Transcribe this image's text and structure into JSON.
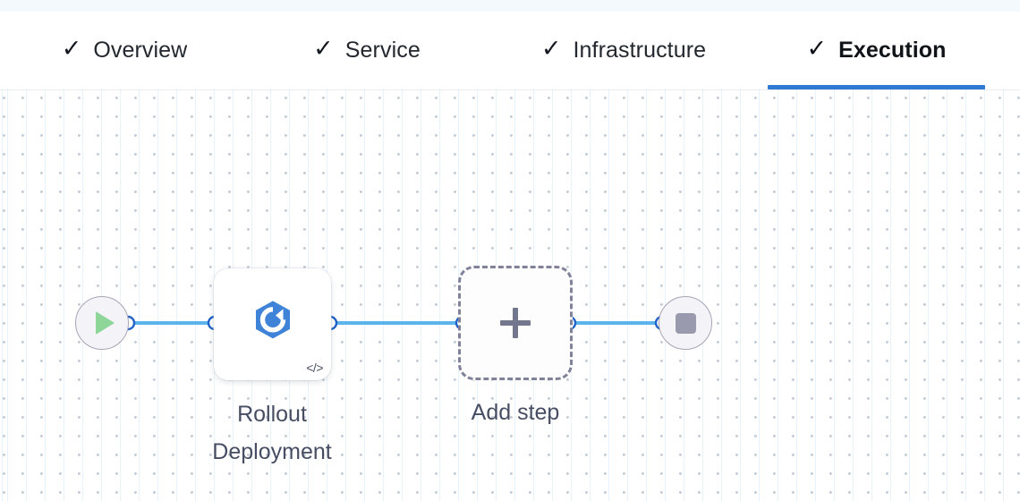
{
  "tabs": [
    {
      "id": "overview",
      "label": "Overview",
      "icon": "check-icon",
      "checked": true,
      "active": false
    },
    {
      "id": "service",
      "label": "Service",
      "icon": "check-icon",
      "checked": true,
      "active": false
    },
    {
      "id": "infrastructure",
      "label": "Infrastructure",
      "icon": "check-icon",
      "checked": true,
      "active": false
    },
    {
      "id": "execution",
      "label": "Execution",
      "icon": "check-icon",
      "checked": true,
      "active": true
    }
  ],
  "check_glyph": "✓",
  "flow": {
    "start_node": {
      "icon": "play-icon",
      "label": ""
    },
    "end_node": {
      "icon": "stop-icon",
      "label": ""
    },
    "step_node": {
      "icon": "rollout-deployment-icon",
      "badge": "</>",
      "label": "Rollout\nDeployment"
    },
    "add_step": {
      "icon": "plus-icon",
      "label": "Add step"
    }
  },
  "colors": {
    "accent_blue": "#2f7ad4",
    "edge_blue": "#5cb4ec",
    "handle_blue": "#1f62c8",
    "icon_blue": "#3f83d8",
    "play_green": "#8ed59a",
    "stop_gray": "#9a9aae",
    "dashed_gray": "#7f8298",
    "label_slate": "#474e63",
    "grid_dot": "#c3cbd6"
  }
}
